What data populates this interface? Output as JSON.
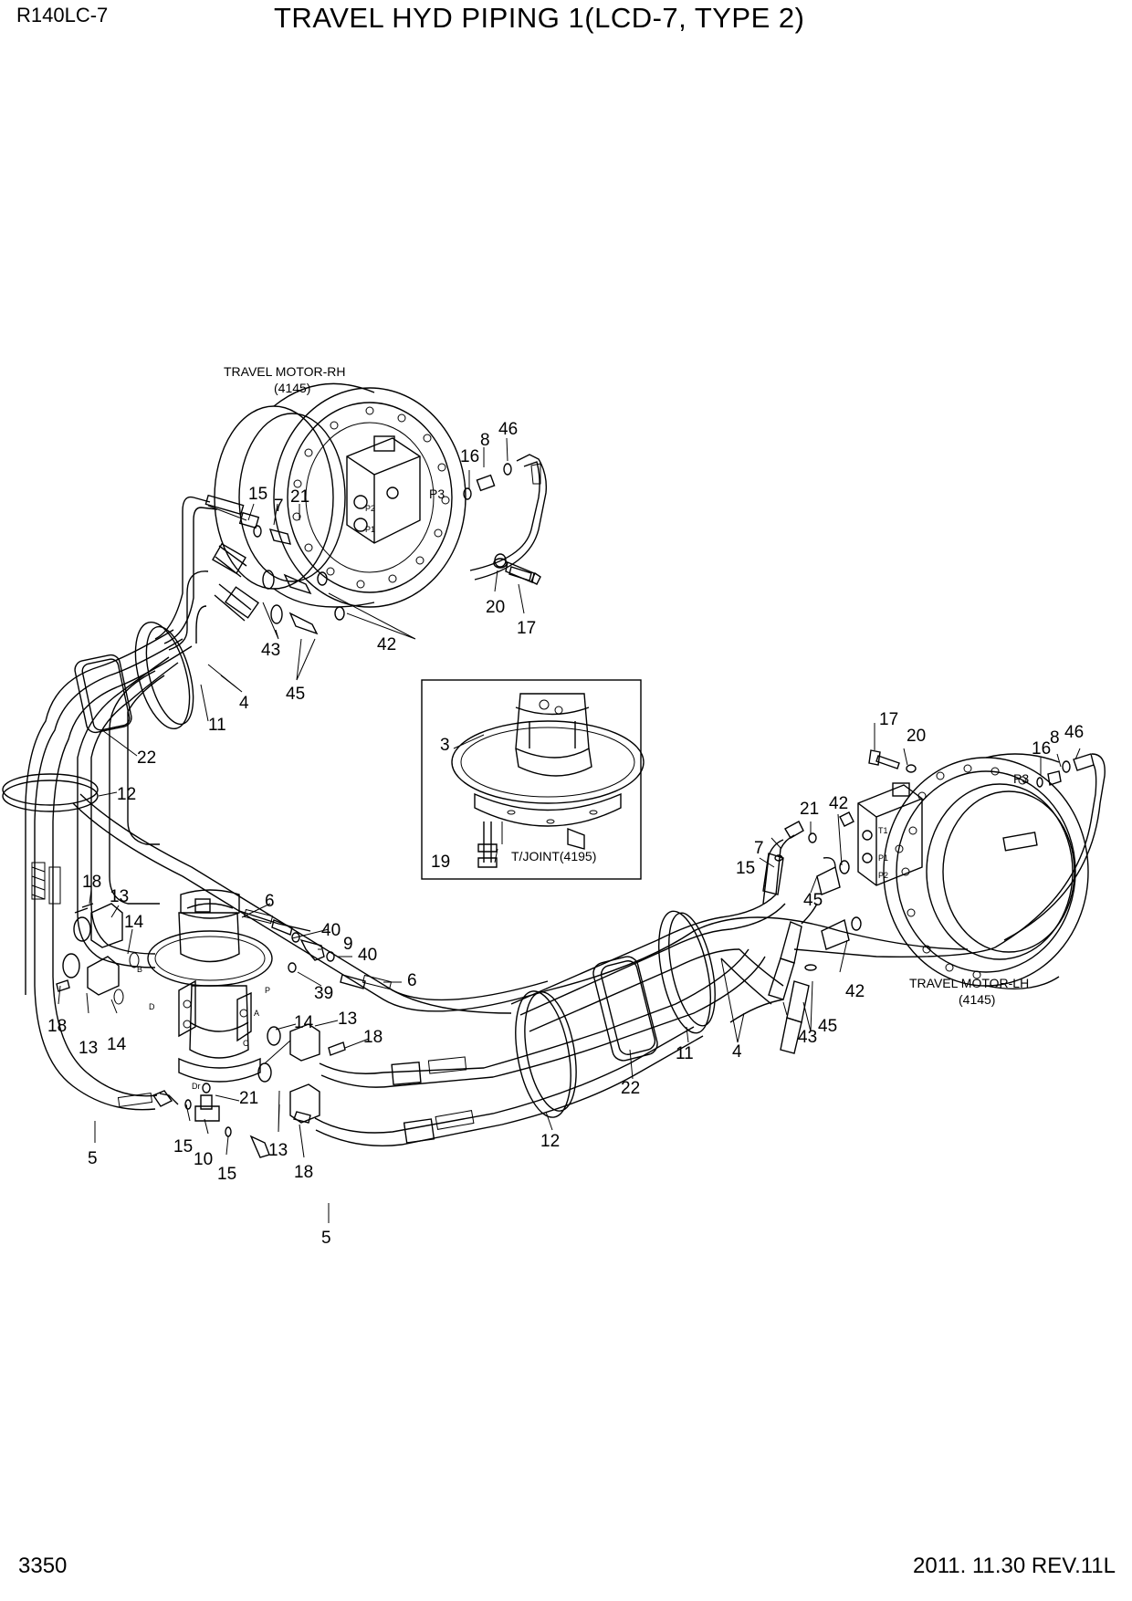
{
  "header": {
    "model": "R140LC-7",
    "title": "TRAVEL HYD PIPING 1(LCD-7, TYPE 2)"
  },
  "footer": {
    "page": "3350",
    "date_rev": "2011. 11.30  REV.11L"
  },
  "labels": {
    "motor_rh": "TRAVEL MOTOR-RH",
    "motor_rh_code": "(4145)",
    "motor_lh": "TRAVEL MOTOR-LH",
    "motor_lh_code": "(4145)",
    "tjoint": "T/JOINT(4195)",
    "p3": "P3",
    "p": "P",
    "a": "A",
    "b": "B",
    "c": "C",
    "d": "D",
    "dr": "Dr",
    "port_p1": "P1",
    "port_p2": "P2",
    "port_t1": "T1"
  },
  "callouts": {
    "n3": "3",
    "n4": "4",
    "n5": "5",
    "n6": "6",
    "n7": "7",
    "n8": "8",
    "n9": "9",
    "n10": "10",
    "n11": "11",
    "n12": "12",
    "n13": "13",
    "n14": "14",
    "n15": "15",
    "n16": "16",
    "n17": "17",
    "n18": "18",
    "n19": "19",
    "n20": "20",
    "n21": "21",
    "n22": "22",
    "n39": "39",
    "n40": "40",
    "n42": "42",
    "n43": "43",
    "n45": "45",
    "n46": "46"
  }
}
